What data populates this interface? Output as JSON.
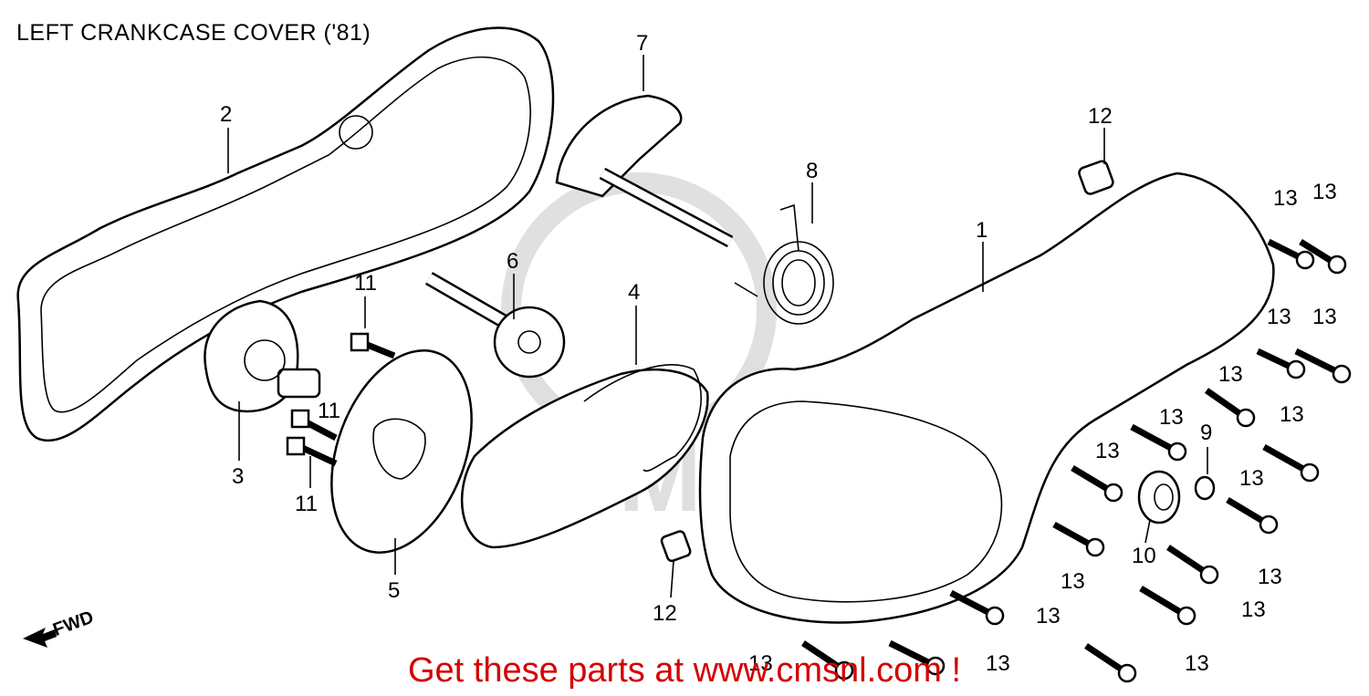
{
  "title": "LEFT CRANKCASE COVER ('81)",
  "footer": "Get these parts at www.cmsnl.com !",
  "direction_label": "FWD",
  "watermark": "CMS",
  "callouts": {
    "c1": "1",
    "c2": "2",
    "c3": "3",
    "c4": "4",
    "c5": "5",
    "c6": "6",
    "c7": "7",
    "c8": "8",
    "c9": "9",
    "c10": "10",
    "c11a": "11",
    "c11b": "11",
    "c11c": "11",
    "c12a": "12",
    "c12b": "12",
    "c13": "13"
  }
}
